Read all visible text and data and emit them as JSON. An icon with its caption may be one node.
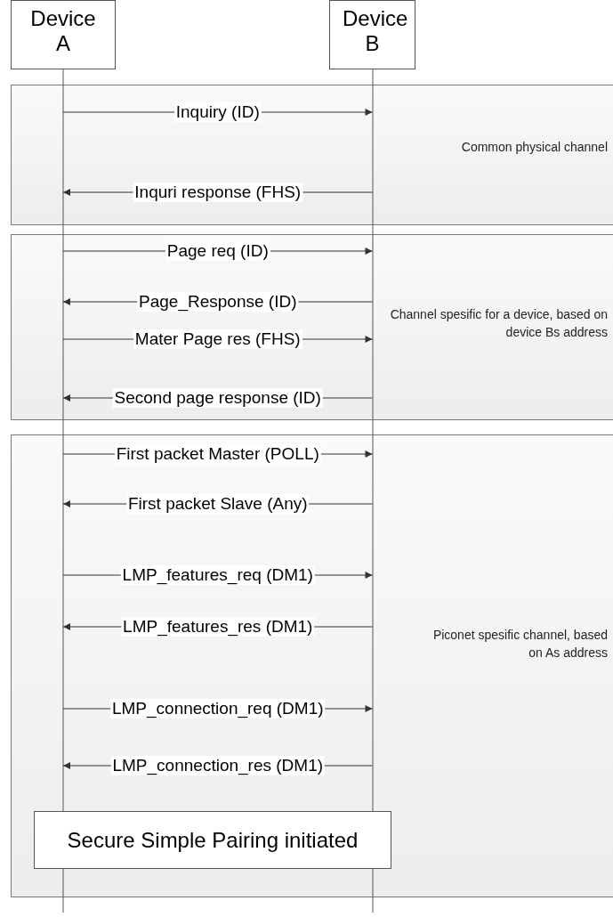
{
  "diagram": {
    "nodes": [
      {
        "text": [
          "Device A"
        ]
      },
      {
        "text": [
          "Device B"
        ]
      },
      {
        "text": [
          "Secure Simple Pairing initiated"
        ]
      }
    ],
    "edges": [
      {
        "from": 0,
        "to": 1,
        "arrow": "to",
        "label": "Inquiry (ID)"
      },
      {
        "from": 1,
        "to": 0,
        "arrow": "to",
        "label": "Inquri response (FHS)"
      },
      {
        "from": 0,
        "to": 1,
        "arrow": "to",
        "label": "Page req (ID)"
      },
      {
        "from": 1,
        "to": 0,
        "arrow": "to",
        "label": "Page_Response (ID)"
      },
      {
        "from": 0,
        "to": 1,
        "arrow": "to",
        "label": "Mater Page res (FHS)"
      },
      {
        "from": 1,
        "to": 0,
        "arrow": "to",
        "label": "Second page response (ID)"
      },
      {
        "from": 0,
        "to": 1,
        "arrow": "to",
        "label": "First packet Master (POLL)"
      },
      {
        "from": 1,
        "to": 0,
        "arrow": "to",
        "label": "First packet Slave (Any)"
      },
      {
        "from": 0,
        "to": 1,
        "arrow": "to",
        "label": "LMP_features_req (DM1)"
      },
      {
        "from": 1,
        "to": 0,
        "arrow": "to",
        "label": "LMP_features_res (DM1)"
      },
      {
        "from": 0,
        "to": 1,
        "arrow": "to",
        "label": "LMP_connection_req (DM1)"
      },
      {
        "from": 1,
        "to": 0,
        "arrow": "to",
        "label": "LMP_connection_res (DM1)"
      }
    ],
    "labels": [
      "Common physical channel",
      "Channel spesific for a device, based on device Bs address",
      "Piconet spesific channel, based on As address"
    ]
  }
}
